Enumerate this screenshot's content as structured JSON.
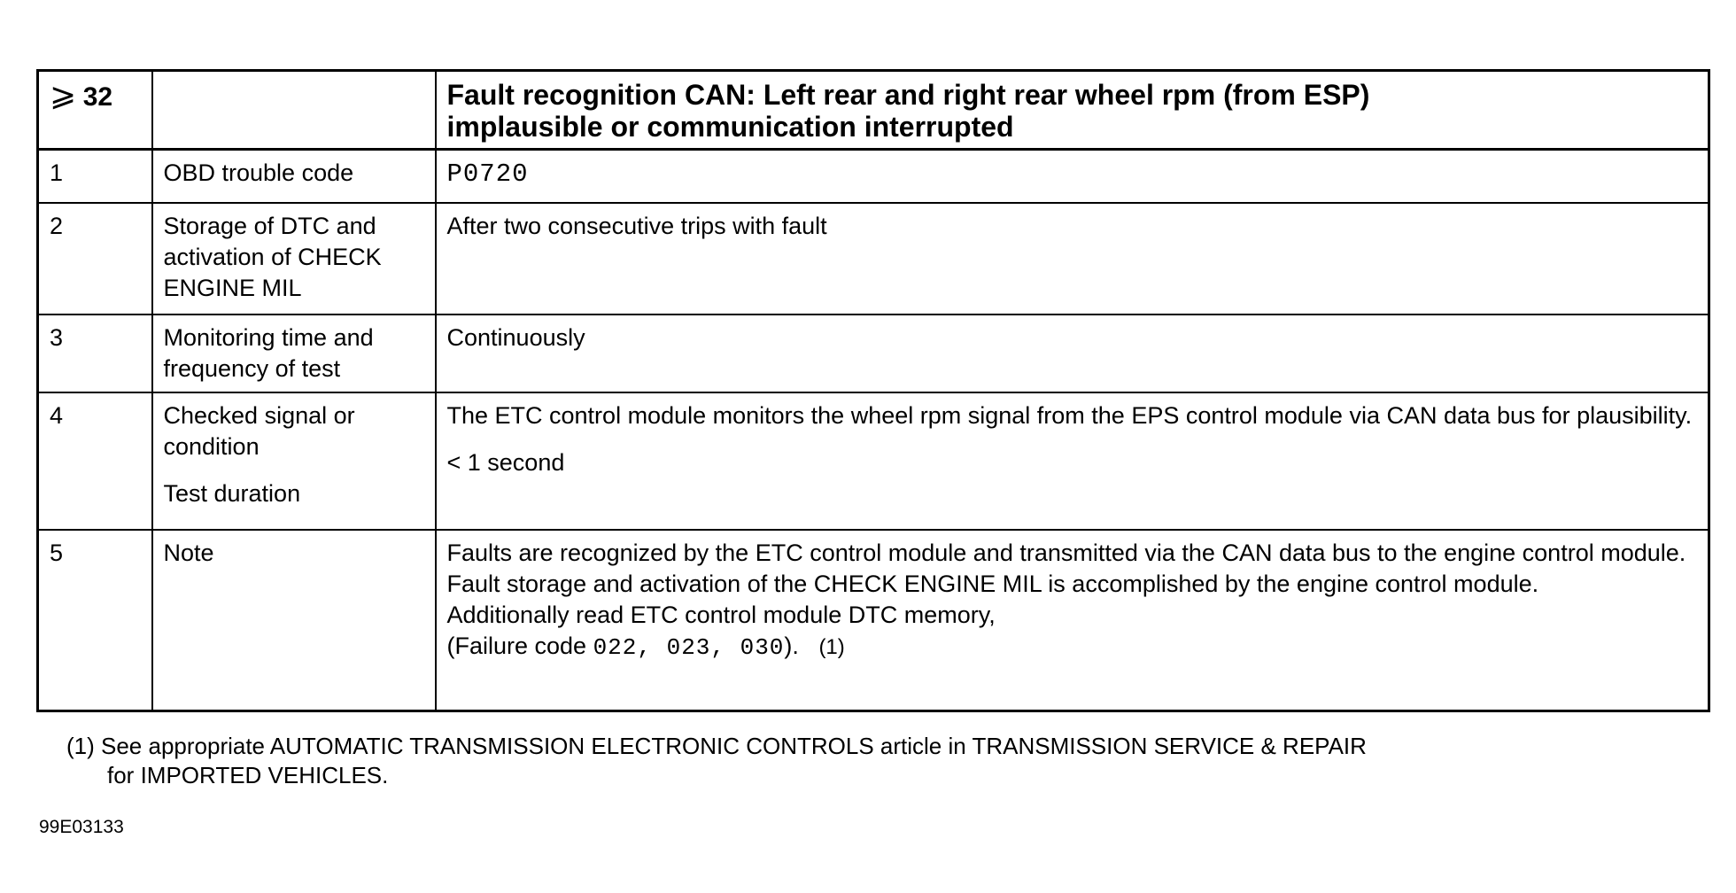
{
  "header": {
    "symbol": "⩾",
    "number": "32",
    "title_line1": "Fault recognition CAN: Left rear and right rear wheel rpm (from ESP)",
    "title_line2": "implausible or communication interrupted"
  },
  "rows": [
    {
      "num": "1",
      "label": "OBD trouble code",
      "value": "P0720"
    },
    {
      "num": "2",
      "label": "Storage of DTC and activation of CHECK ENGINE MIL",
      "value": "After two consecutive trips with fault"
    },
    {
      "num": "3",
      "label": "Monitoring time and frequency of test",
      "value": "Continuously"
    },
    {
      "num": "4",
      "label": "Checked signal or condition",
      "value": "The ETC control module monitors the wheel rpm signal from the EPS control module via CAN data bus for plausibility.",
      "label2": "Test duration",
      "value2": "< 1 second"
    },
    {
      "num": "5",
      "label": "Note",
      "value": "Faults are recognized by the ETC control module and transmitted via the CAN data bus to the engine control module. Fault storage and activation of the CHECK ENGINE MIL is accomplished by the engine control module.",
      "value2": "Additionally read ETC control module DTC memory,",
      "value3_prefix": "(Failure code ",
      "value3_codes": "022, 023, 030",
      "value3_suffix": ").",
      "value3_ref": "(1)"
    }
  ],
  "footnote": {
    "line1": "(1) See appropriate AUTOMATIC TRANSMISSION ELECTRONIC CONTROLS article in TRANSMISSION SERVICE & REPAIR",
    "line2": "for IMPORTED VEHICLES."
  },
  "figure_id": "99E03133"
}
